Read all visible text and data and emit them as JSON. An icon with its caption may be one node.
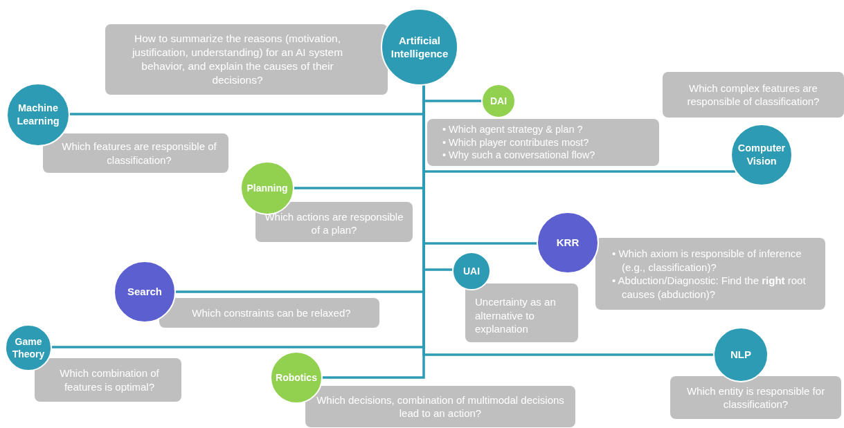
{
  "diagram": {
    "nodes": [
      {
        "text": [
          "Artificial Intelligence"
        ]
      },
      {
        "text": [
          "How to summarize the reasons (motivation, justification, understanding) for an AI system behavior, and explain the causes of their decisions?"
        ]
      },
      {
        "text": [
          "Machine Learning"
        ]
      },
      {
        "text": [
          "Which features are responsible of classification?"
        ]
      },
      {
        "text": [
          "DAI"
        ]
      },
      {
        "text": [
          "• Which agent strategy & plan ?",
          "• Which player contributes most?",
          "• Why such a conversational flow?"
        ]
      },
      {
        "text": [
          "Computer Vision"
        ]
      },
      {
        "text": [
          "Which complex features are responsible of classification?"
        ]
      },
      {
        "text": [
          "Planning"
        ]
      },
      {
        "text": [
          "Which actions are responsible of a plan?"
        ]
      },
      {
        "text": [
          "KRR"
        ]
      },
      {
        "text": [
          "• Which axiom is responsible of inference (e.g., classification)?",
          "• Abduction/Diagnostic: Find the **right** root causes (abduction)?"
        ]
      },
      {
        "text": [
          "UAI"
        ]
      },
      {
        "text": [
          "Uncertainty as an alternative to explanation"
        ]
      },
      {
        "text": [
          "Search"
        ]
      },
      {
        "text": [
          "Which constraints can be relaxed?"
        ]
      },
      {
        "text": [
          "Game Theory"
        ]
      },
      {
        "text": [
          "Which combination of features is optimal?"
        ]
      },
      {
        "text": [
          "Robotics"
        ]
      },
      {
        "text": [
          "Which decisions, combination of multimodal decisions lead to an action?"
        ]
      },
      {
        "text": [
          "NLP"
        ]
      },
      {
        "text": [
          "Which entity is responsible for classification?"
        ]
      }
    ],
    "edges": [
      {
        "from": 0,
        "to": 4,
        "arrow": "none"
      },
      {
        "from": 0,
        "to": 2,
        "arrow": "none"
      },
      {
        "from": 0,
        "to": 6,
        "arrow": "none"
      },
      {
        "from": 0,
        "to": 8,
        "arrow": "none"
      },
      {
        "from": 0,
        "to": 10,
        "arrow": "none"
      },
      {
        "from": 0,
        "to": 12,
        "arrow": "none"
      },
      {
        "from": 0,
        "to": 14,
        "arrow": "none"
      },
      {
        "from": 0,
        "to": 16,
        "arrow": "none"
      },
      {
        "from": 0,
        "to": 20,
        "arrow": "none"
      },
      {
        "from": 0,
        "to": 18,
        "arrow": "none"
      }
    ]
  }
}
